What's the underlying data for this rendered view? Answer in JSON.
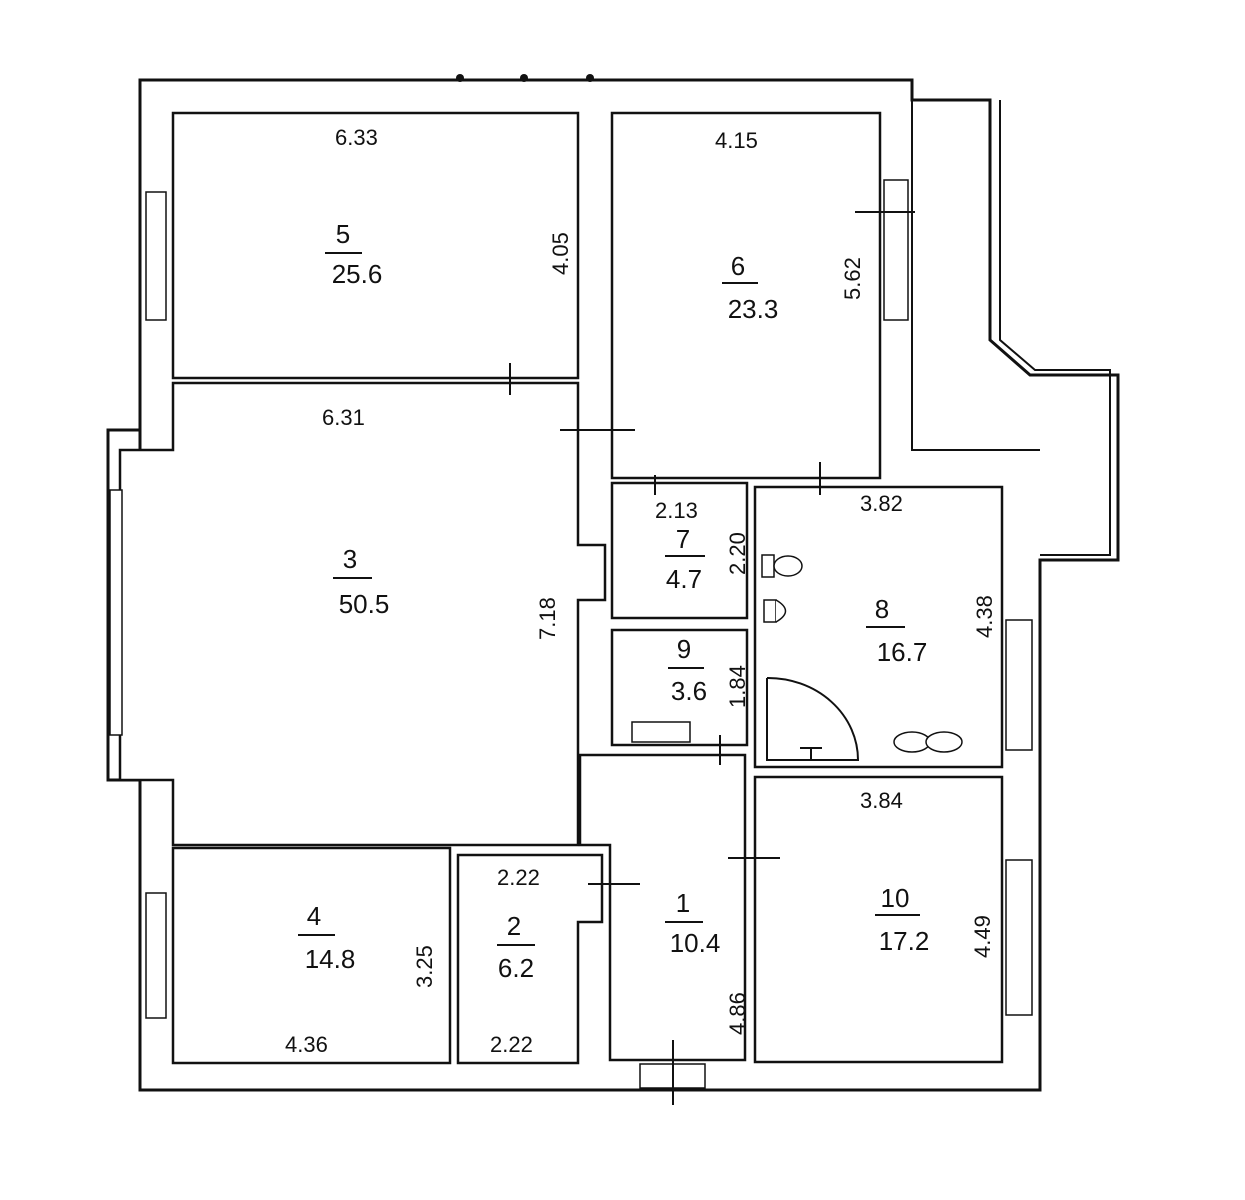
{
  "rooms": [
    {
      "id": "r1",
      "number": "1",
      "area": "10.4"
    },
    {
      "id": "r2",
      "number": "2",
      "area": "6.2"
    },
    {
      "id": "r3",
      "number": "3",
      "area": "50.5"
    },
    {
      "id": "r4",
      "number": "4",
      "area": "14.8"
    },
    {
      "id": "r5",
      "number": "5",
      "area": "25.6"
    },
    {
      "id": "r6",
      "number": "6",
      "area": "23.3"
    },
    {
      "id": "r7",
      "number": "7",
      "area": "4.7"
    },
    {
      "id": "r8",
      "number": "8",
      "area": "16.7"
    },
    {
      "id": "r9",
      "number": "9",
      "area": "3.6"
    },
    {
      "id": "r10",
      "number": "10",
      "area": "17.2"
    }
  ],
  "dimensions": {
    "r5_width": "6.33",
    "r5_height": "4.05",
    "r6_width": "4.15",
    "r6_height": "5.62",
    "r3_width": "6.31",
    "r3_height": "7.18",
    "r7_width": "2.13",
    "r7_height": "2.20",
    "r8_width": "3.82",
    "r8_height": "4.38",
    "r9_height": "1.84",
    "r10_width": "3.84",
    "r10_height": "4.49",
    "r2_width_top": "2.22",
    "r2_width_bottom": "2.22",
    "r4_width": "4.36",
    "r4_height": "3.25",
    "r1_height": "4.86"
  }
}
